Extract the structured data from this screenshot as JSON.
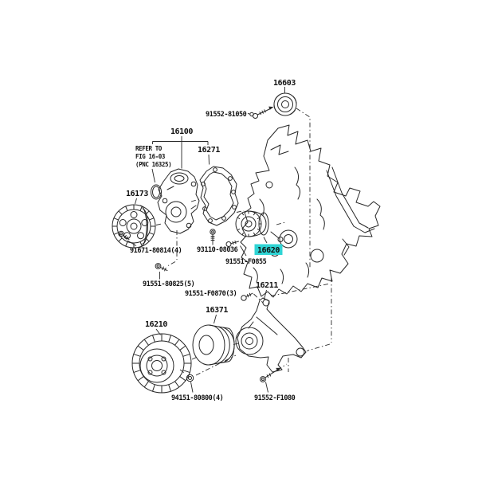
{
  "page": {
    "background": "#ffffff"
  },
  "diagram": {
    "type": "parts-exploded-diagram",
    "highlight_color": "#2fd4d4",
    "line_color": "#272727",
    "selected_part": "16620",
    "labels": {
      "p16603": "16603",
      "b91552_81050": "91552-81050",
      "p16100": "16100",
      "note_refer_1": "REFER TO",
      "note_refer_2": "FIG 16-03",
      "note_refer_3": "(PNC 16325)",
      "p16271": "16271",
      "p16173": "16173",
      "b91671_80814": "91671-80814(4)",
      "b93110_08036": "93110-08036",
      "p16620": "16620",
      "b91551_F0855": "91551-F0855",
      "b91551_80825": "91551-80825(5)",
      "b91551_F0870": "91551-F0870(3)",
      "p16211": "16211",
      "p16210": "16210",
      "p16371": "16371",
      "b94151_80800": "94151-80800(4)",
      "b91552_F1080": "91552-F1080"
    }
  }
}
